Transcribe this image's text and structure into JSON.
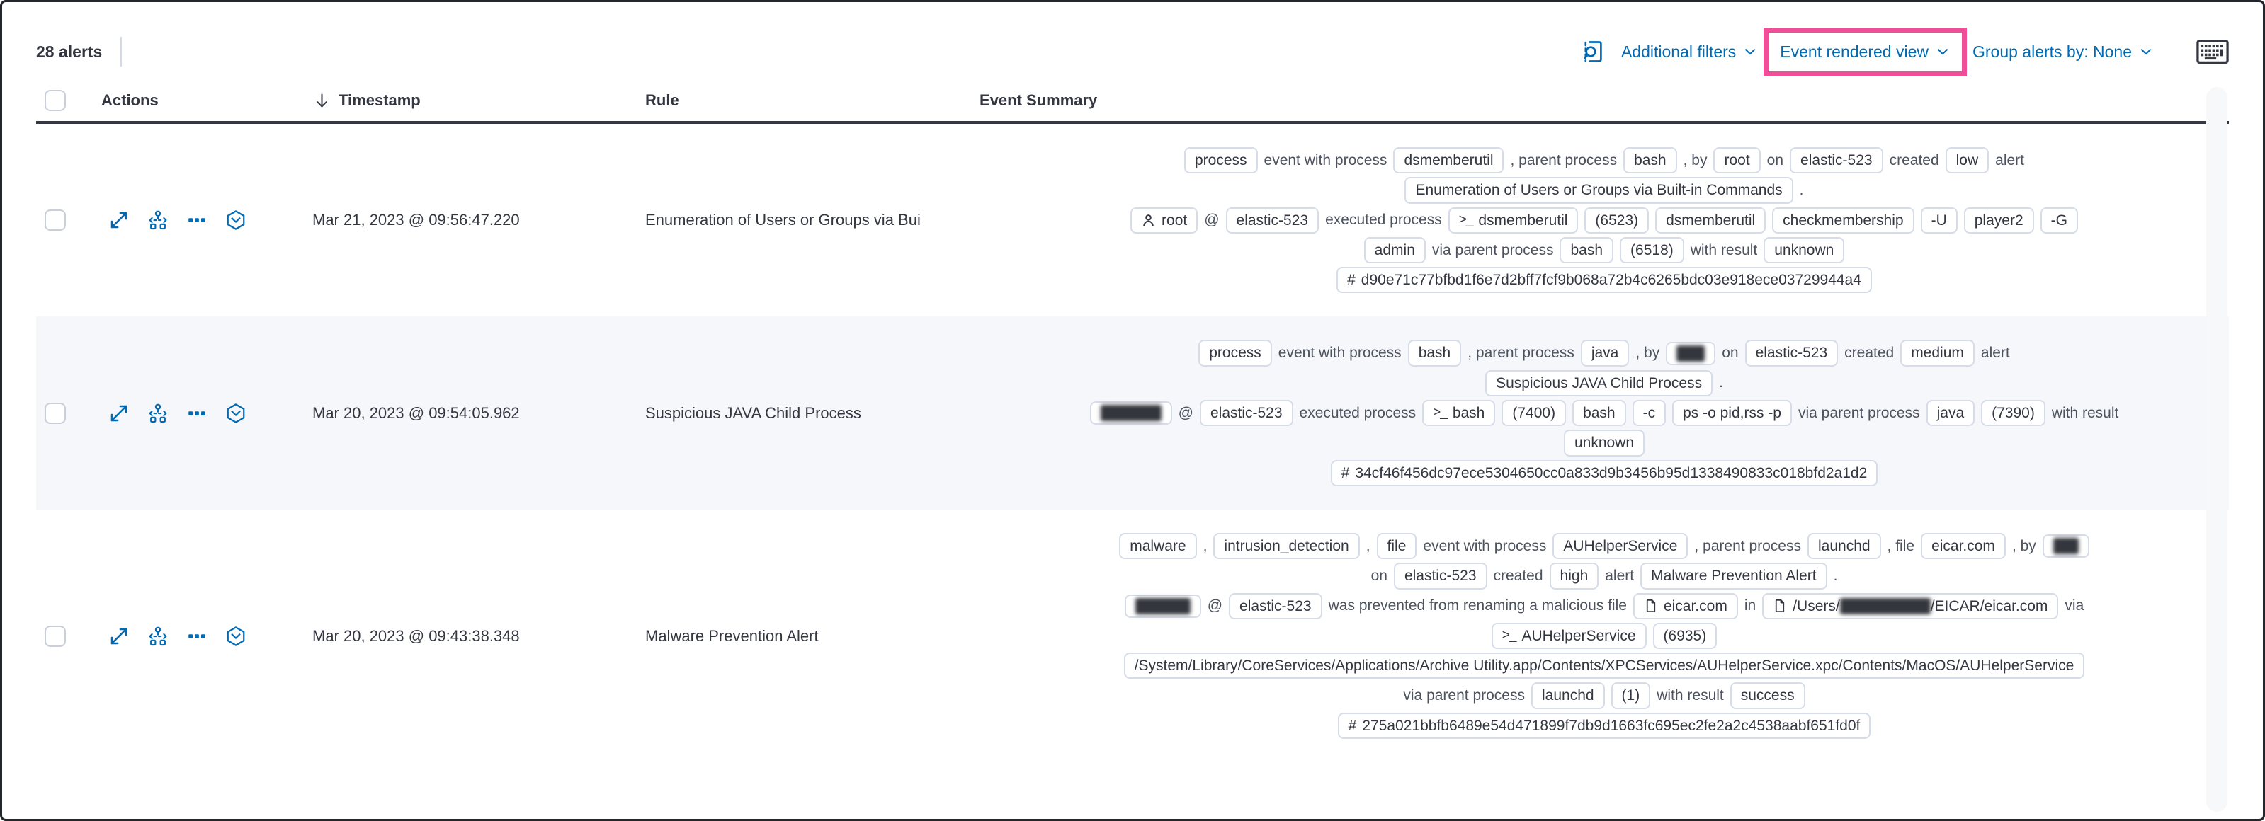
{
  "toolbar": {
    "alerts_count": "28 alerts",
    "additional_filters_label": "Additional filters",
    "view_selector_label": "Event rendered view",
    "group_by_label": "Group alerts by: None",
    "highlight_color": "#f04e98",
    "link_color": "#006bb4",
    "icons": [
      "inspect-icon",
      "keyboard-icon"
    ]
  },
  "table": {
    "headers": {
      "actions": "Actions",
      "timestamp": "Timestamp",
      "rule": "Rule",
      "summary": "Event Summary"
    },
    "action_icons": [
      "expand-alert",
      "analyze-event",
      "more-actions",
      "investigate-in-timeline"
    ],
    "rows": [
      {
        "timestamp": "Mar 21, 2023 @ 09:56:47.220",
        "rule": "Enumeration of Users or Groups via Bui",
        "shaded": false,
        "summary_lines": [
          [
            {
              "badge": "process"
            },
            {
              "text": "event with process"
            },
            {
              "badge": "dsmemberutil"
            },
            {
              "text": ", parent process"
            },
            {
              "badge": "bash"
            },
            {
              "text": ", by"
            },
            {
              "badge": "root"
            },
            {
              "text": "on"
            },
            {
              "badge": "elastic-523"
            },
            {
              "text": "created"
            },
            {
              "badge": "low"
            },
            {
              "text": "alert"
            }
          ],
          [
            {
              "badge": "Enumeration of Users or Groups via Built-in Commands"
            },
            {
              "text": "."
            }
          ],
          [
            {
              "badge": "root",
              "icon": "user"
            },
            {
              "text": "@"
            },
            {
              "badge": "elastic-523"
            },
            {
              "text": "executed process"
            },
            {
              "badge": "dsmemberutil",
              "icon": "console"
            },
            {
              "badge": "(6523)"
            },
            {
              "badge": "dsmemberutil"
            },
            {
              "badge": "checkmembership"
            },
            {
              "badge": "-U"
            },
            {
              "badge": "player2"
            },
            {
              "badge": "-G"
            }
          ],
          [
            {
              "badge": "admin"
            },
            {
              "text": "via parent process"
            },
            {
              "badge": "bash"
            },
            {
              "badge": "(6518)"
            },
            {
              "text": "with result"
            },
            {
              "badge": "unknown"
            }
          ],
          [
            {
              "badge": "d90e71c77bfbd1f6e7d2bff7fcf9b068a72b4c6265bdc03e918ece03729944a4",
              "icon": "hash"
            }
          ]
        ]
      },
      {
        "timestamp": "Mar 20, 2023 @ 09:54:05.962",
        "rule": "Suspicious JAVA Child Process",
        "shaded": true,
        "summary_lines": [
          [
            {
              "badge": "process"
            },
            {
              "text": "event with process"
            },
            {
              "badge": "bash"
            },
            {
              "text": ", parent process"
            },
            {
              "badge": "java"
            },
            {
              "text": ", by"
            },
            {
              "badge": "",
              "redacted": 40
            },
            {
              "text": "on"
            },
            {
              "badge": "elastic-523"
            },
            {
              "text": "created"
            },
            {
              "badge": "medium"
            },
            {
              "text": "alert"
            }
          ],
          [
            {
              "badge": "Suspicious JAVA Child Process"
            },
            {
              "text": "."
            }
          ],
          [
            {
              "badge": "",
              "redacted": 86
            },
            {
              "text": "@"
            },
            {
              "badge": "elastic-523"
            },
            {
              "text": "executed process"
            },
            {
              "badge": "bash",
              "icon": "console"
            },
            {
              "badge": "(7400)"
            },
            {
              "badge": "bash"
            },
            {
              "badge": "-c"
            },
            {
              "badge": "ps -o pid,rss -p"
            },
            {
              "text": "via parent process"
            },
            {
              "badge": "java"
            },
            {
              "badge": "(7390)"
            },
            {
              "text": "with result"
            }
          ],
          [
            {
              "badge": "unknown"
            }
          ],
          [
            {
              "badge": "34cf46f456dc97ece5304650cc0a833d9b3456b95d1338490833c018bfd2a1d2",
              "icon": "hash"
            }
          ]
        ]
      },
      {
        "timestamp": "Mar 20, 2023 @ 09:43:38.348",
        "rule": "Malware Prevention Alert",
        "shaded": false,
        "summary_lines": [
          [
            {
              "badge": "malware"
            },
            {
              "text": ","
            },
            {
              "badge": "intrusion_detection"
            },
            {
              "text": ","
            },
            {
              "badge": "file"
            },
            {
              "text": "event with process"
            },
            {
              "badge": "AUHelperService"
            },
            {
              "text": ", parent process"
            },
            {
              "badge": "launchd"
            },
            {
              "text": ", file"
            },
            {
              "badge": "eicar.com"
            },
            {
              "text": ", by"
            },
            {
              "badge": "",
              "redacted": 36
            }
          ],
          [
            {
              "text": "on"
            },
            {
              "badge": "elastic-523"
            },
            {
              "text": "created"
            },
            {
              "badge": "high"
            },
            {
              "text": "alert"
            },
            {
              "badge": "Malware Prevention Alert"
            },
            {
              "text": "."
            }
          ],
          [
            {
              "badge": "",
              "redacted": 78
            },
            {
              "text": "@"
            },
            {
              "badge": "elastic-523"
            },
            {
              "text": "was prevented from renaming a malicious file"
            },
            {
              "badge": "eicar.com",
              "icon": "file"
            },
            {
              "text": "in"
            },
            {
              "badge": "",
              "icon": "file",
              "parts": [
                {
                  "text": "/Users/"
                },
                {
                  "redacted": 128
                },
                {
                  "text": "/EICAR/eicar.com"
                }
              ]
            },
            {
              "text": "via"
            }
          ],
          [
            {
              "badge": "AUHelperService",
              "icon": "console"
            },
            {
              "badge": "(6935)"
            }
          ],
          [
            {
              "badge": "/System/Library/CoreServices/Applications/Archive Utility.app/Contents/XPCServices/AUHelperService.xpc/Contents/MacOS/AUHelperService"
            }
          ],
          [
            {
              "text": "via parent process"
            },
            {
              "badge": "launchd"
            },
            {
              "badge": "(1)"
            },
            {
              "text": "with result"
            },
            {
              "badge": "success"
            }
          ],
          [
            {
              "badge": "275a021bbfb6489e54d471899f7db9d1663fc695ec2fe2a2c4538aabf651fd0f",
              "icon": "hash"
            }
          ]
        ]
      }
    ]
  }
}
